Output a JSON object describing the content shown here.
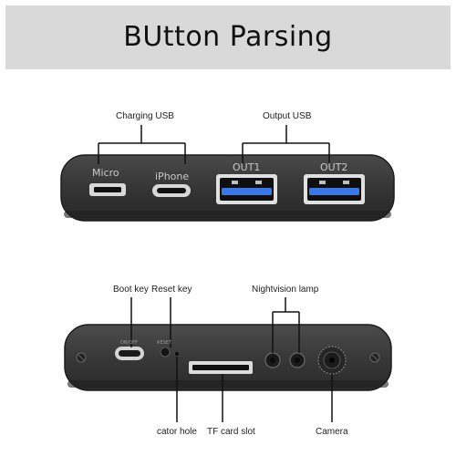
{
  "title": "BUtton Parsing",
  "top_view": {
    "groups": {
      "charging_usb": "Charging USB",
      "output_usb": "Output USB"
    },
    "ports": {
      "micro": "Micro",
      "iphone": "iPhone",
      "out1": "OUT1",
      "out2": "OUT2"
    }
  },
  "bottom_view": {
    "labels": {
      "boot_key": "Boot key",
      "reset_key": "Reset key",
      "nightvision_lamp": "Nightvision lamp",
      "indicator_hole": "cator hole",
      "tf_card_slot": "TF card slot",
      "camera": "Camera"
    },
    "silk": {
      "on_off": "ON/OFF",
      "reset": "RESET"
    }
  },
  "colors": {
    "banner": "#d9d9d9",
    "body": "#333333",
    "usb_blue": "#3a78e8"
  }
}
